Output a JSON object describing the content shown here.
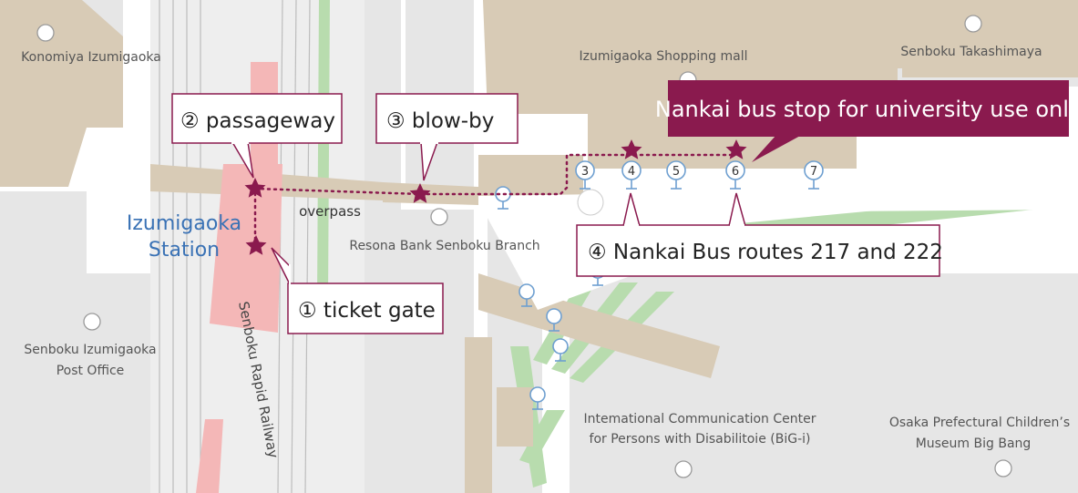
{
  "map": {
    "colors": {
      "building": "#d8cbb6",
      "road": "#c7c7c7",
      "block": "#e6e6e6",
      "green": "#b8dcae",
      "station": "#f4b7b7",
      "route": "#8a1a4e",
      "callout_dark": "#8a1a4e",
      "callout_border": "#8a1a4e",
      "station_label": "#3a72b5",
      "stop_outline": "#6e9fd0"
    },
    "labels": {
      "konomiya": "Konomiya Izumigaoka",
      "mall": "Izumigaoka Shopping mall",
      "takashimaya": "Senboku Takashimaya",
      "station_line1": "Izumigaoka",
      "station_line2": "Station",
      "overpass": "overpass",
      "resona": "Resona Bank Senboku Branch",
      "post_line1": "Senboku Izumigaoka",
      "post_line2": "Post Office",
      "railway": "Senboku Rapid Railway",
      "bigi_line1": "Intemational Communication Center",
      "bigi_line2": "for Persons with Disabilitoie (BiG-i)",
      "museum_line1": "Osaka Prefectural Children’s",
      "museum_line2": "Museum Big  Bang"
    },
    "callouts": {
      "passageway": "② passageway",
      "blowby": "③  blow-by",
      "ticket_gate": "①  ticket gate",
      "bus_routes": "④  Nankai Bus routes 217 and 222",
      "bus_stop": "Nankai bus stop for university use only"
    },
    "bus_stops": [
      "3",
      "4",
      "5",
      "6",
      "7"
    ],
    "icons": {
      "waypoint": "star-icon",
      "bus_stop": "bus-stop-icon",
      "landmark": "landmark-dot-icon"
    }
  }
}
